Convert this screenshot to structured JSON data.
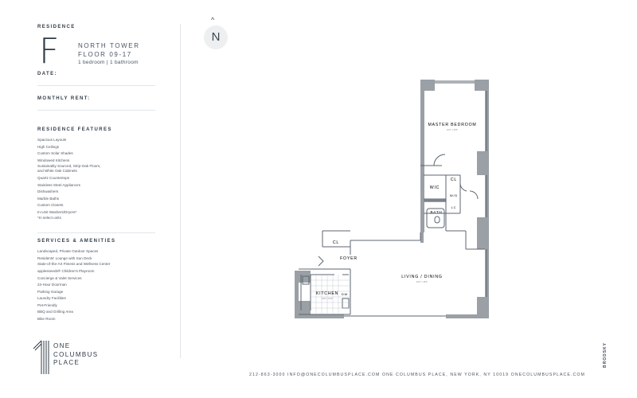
{
  "sidebar": {
    "residence_label": "RESIDENCE",
    "unit_letter": "F",
    "tower": "NORTH TOWER",
    "floors": "FLOOR 09-17",
    "bed_bath": "1 bedroom  |  1 bathroom",
    "date_label": "DATE:",
    "rent_label": "MONTHLY RENT:",
    "features_heading": "RESIDENCE FEATURES",
    "features": [
      "Spacious Layouts",
      "High Ceilings",
      "Custom Solar Shades",
      "Windowed Kitchens",
      "Sustainably Sourced, Strip-Oak Floors, and White Oak Cabinets",
      "Quartz Countertops",
      "Stainless Steel Appliances",
      "Dishwashers",
      "Marble Baths",
      "Custom Closets",
      "In-Unit Washers/Dryers*"
    ],
    "features_note": "*In select units",
    "amenities_heading": "SERVICES & AMENITIES",
    "amenities": [
      "Landscaped, Private Outdoor Spaces",
      "Residents' Lounge with Sun Deck",
      "State-of-the-Art Fitness and Wellness Center",
      "applesseeds® Children's Playroom",
      "Concierge & Valet Services",
      "24-Hour Doorman",
      "Parking Garage",
      "Laundry Facilities",
      "Pet-Friendly",
      "BBQ and Grilling Area",
      "Bike Room"
    ],
    "logo_lines": [
      "ONE",
      "COLUMBUS",
      "PLACE"
    ]
  },
  "compass": {
    "label": "N",
    "caret": "^"
  },
  "plan": {
    "master_bedroom": "MASTER BEDROOM",
    "master_bedroom_dim": "10'3\" x 15'5\"",
    "wic": "WIC",
    "cl_bedroom": "CL",
    "wd": "W/D",
    "bath": "BATH",
    "lc": "LC",
    "cl_foyer": "CL",
    "foyer": "FOYER",
    "living_dining": "LIVING / DINING",
    "living_dining_dim": "20'3\" x 15'0\"",
    "kitchen": "KITCHEN",
    "kitchen_dim": "14'8\" x 8'10\"",
    "dw": "DW"
  },
  "footer": "212-863-3000   INFO@ONECOLUMBUSPLACE.COM   ONE COLUMBUS PLACE, NEW YORK, NY 10019   ONECOLUMBUSPLACE.COM",
  "brand": "BRODSKY",
  "colors": {
    "wall": "#9aa0a6",
    "text": "#2f3b47",
    "rule": "#e2e6ea"
  }
}
